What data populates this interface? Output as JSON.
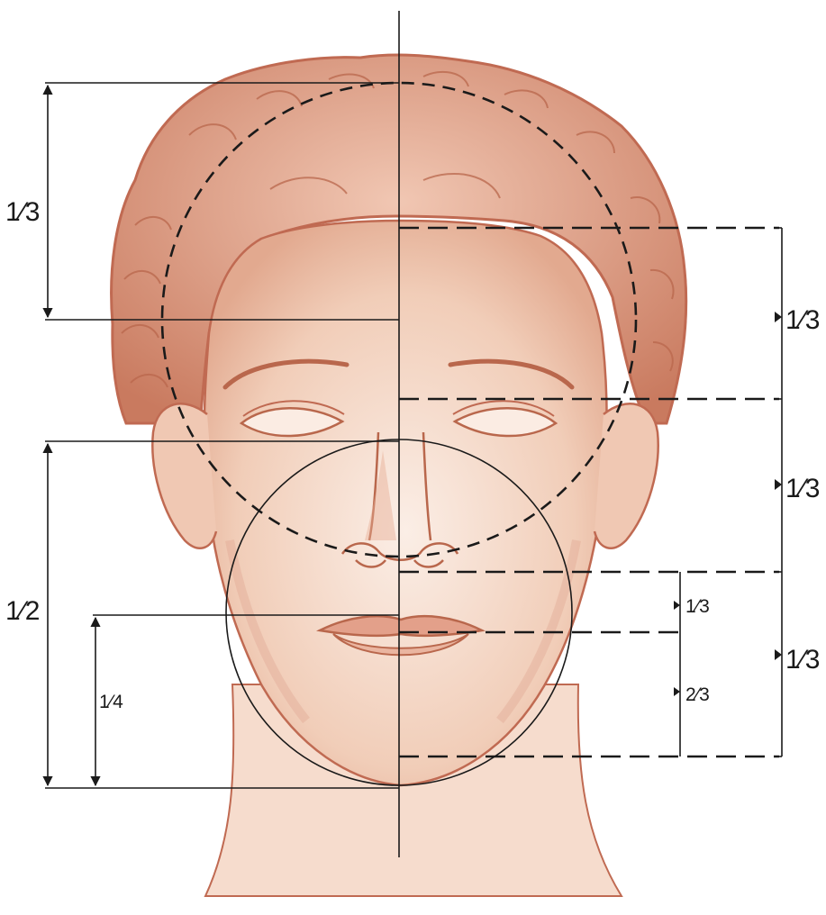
{
  "colors": {
    "skin": "#f3d3c0",
    "skin_shade": "#d9907a",
    "outline": "#c06a52",
    "hair": "#dc9c82",
    "hair_shade": "#b9674c",
    "line": "#1a1a1a"
  },
  "labels": {
    "left_top": "1⁄3",
    "left_half": "1⁄2",
    "left_quarter": "1⁄4",
    "right_top": "1⁄3",
    "right_mid": "1⁄3",
    "right_bottom": "1⁄3",
    "inner_upper": "1⁄3",
    "inner_lower": "2⁄3"
  }
}
